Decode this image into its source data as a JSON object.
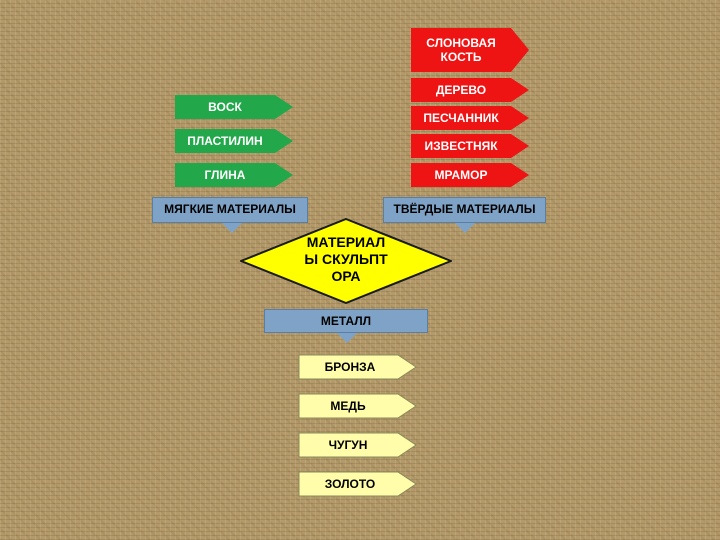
{
  "center": "МАТЕРИАЛЫ СКУЛЬПТОРА",
  "soft": {
    "label": "МЯГКИЕ МАТЕРИАЛЫ",
    "items": [
      "ВОСК",
      "ПЛАСТИЛИН",
      "ГЛИНА"
    ]
  },
  "hard": {
    "label": "ТВЁРДЫЕ МАТЕРИАЛЫ",
    "items": [
      "СЛОНОВАЯ КОСТЬ",
      "ДЕРЕВО",
      "ПЕСЧАННИК",
      "ИЗВЕСТНЯК",
      "МРАМОР"
    ]
  },
  "metal": {
    "label": "МЕТАЛЛ",
    "items": [
      "БРОНЗА",
      "МЕДЬ",
      "ЧУГУН",
      "ЗОЛОТО"
    ]
  },
  "colors": {
    "soft": "#22a84a",
    "hard": "#ef1414",
    "metal": "#fffcaa",
    "category": "#7fa3c7",
    "center": "#ffff00"
  }
}
